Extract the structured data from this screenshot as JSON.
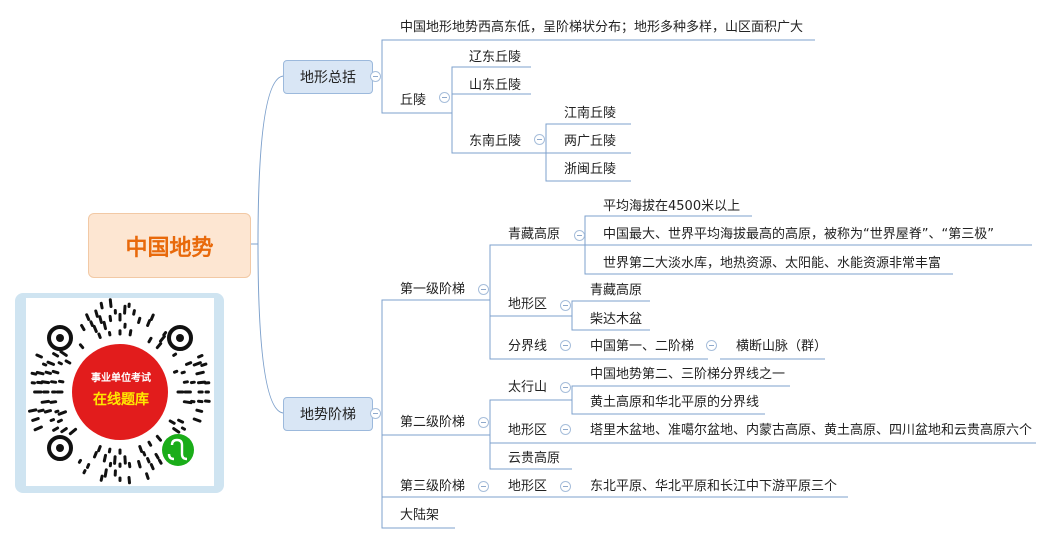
{
  "root": "中国地势",
  "branches": {
    "terrain": "地形总括",
    "steps": "地势阶梯"
  },
  "terrain": {
    "summary": "中国地形地势西高东低，呈阶梯状分布；地形多种多样，山区面积广大",
    "hills": "丘陵",
    "liaodong": "辽东丘陵",
    "shandong": "山东丘陵",
    "southeast": "东南丘陵",
    "jiangnan": "江南丘陵",
    "lianguang": "两广丘陵",
    "zhemin": "浙闽丘陵"
  },
  "step1": {
    "label": "第一级阶梯",
    "qingzang": "青藏高原",
    "fact1": "平均海拔在4500米以上",
    "fact2": "中国最大、世界平均海拔最高的高原，被称为“世界屋脊”、“第三极”",
    "fact3": "世界第二大淡水库，地热资源、太阳能、水能资源非常丰富",
    "landform": "地形区",
    "lf1": "青藏高原",
    "lf2": "柴达木盆",
    "boundary": "分界线",
    "boundary_name": "中国第一、二阶梯",
    "boundary_value": "横断山脉（群）"
  },
  "step2": {
    "label": "第二级阶梯",
    "taihang": "太行山",
    "th1": "中国地势第二、三阶梯分界线之一",
    "th2": "黄土高原和华北平原的分界线",
    "landform": "地形区",
    "landform_value": "塔里木盆地、准噶尔盆地、内蒙古高原、黄土高原、四川盆地和云贵高原六个",
    "yungui": "云贵高原"
  },
  "step3": {
    "label": "第三级阶梯",
    "landform": "地形区",
    "landform_value": "东北平原、华北平原和长江中下游平原三个"
  },
  "shelf": "大陆架",
  "qr": {
    "line1": "事业单位考试",
    "line2": "在线题库"
  },
  "colors": {
    "line": "#7ea1cc",
    "root_text": "#e8690b",
    "root_fill": "#fde6d2",
    "branch_fill": "#d9e6f5",
    "qr_red": "#e21c1c",
    "qr_yellow": "#ffe800",
    "qr_green": "#1aad19"
  }
}
